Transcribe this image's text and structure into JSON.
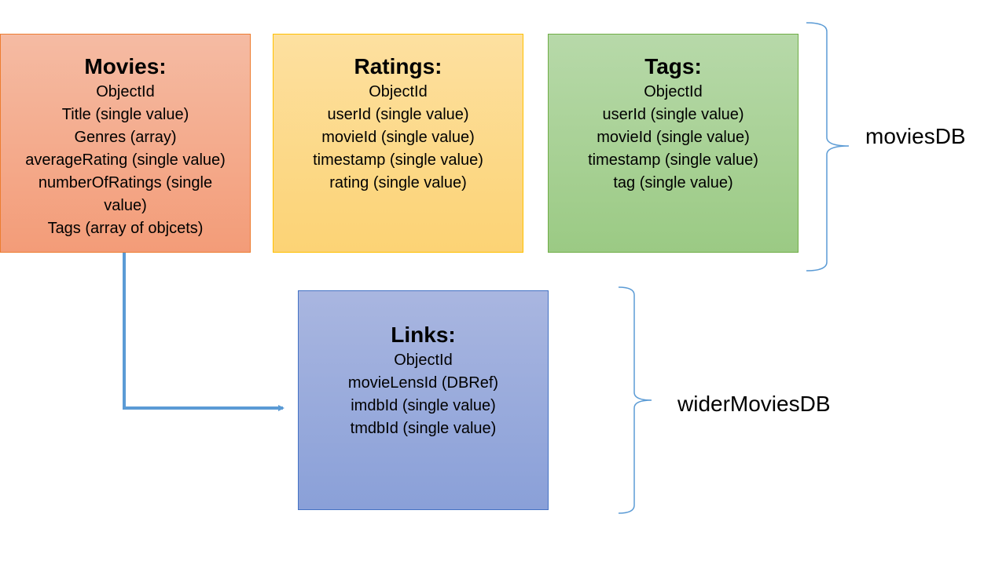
{
  "colors": {
    "movies_fill": "#f4aa8b",
    "movies_border": "#ed7d31",
    "ratings_fill": "#fdd98a",
    "ratings_border": "#ffc000",
    "tags_fill": "#a9d18e",
    "tags_border": "#70ad47",
    "links_fill": "#98abdc",
    "links_border": "#4472c4",
    "connector": "#5b9bd5",
    "brace": "#5b9bd5"
  },
  "boxes": {
    "movies": {
      "title": "Movies:",
      "fields": [
        "ObjectId",
        "Title (single value)",
        "Genres (array)",
        "averageRating (single value)",
        "numberOfRatings (single value)",
        "Tags (array of objcets)"
      ]
    },
    "ratings": {
      "title": "Ratings:",
      "fields": [
        "ObjectId",
        "userId (single value)",
        "movieId (single value)",
        "timestamp (single value)",
        "rating (single value)"
      ]
    },
    "tags": {
      "title": "Tags:",
      "fields": [
        "ObjectId",
        "userId (single value)",
        "movieId (single value)",
        "timestamp (single value)",
        "tag (single value)"
      ]
    },
    "links": {
      "title": "Links:",
      "fields": [
        "ObjectId",
        "movieLensId (DBRef)",
        "imdbId (single value)",
        "tmdbId (single value)"
      ]
    }
  },
  "groups": {
    "movies_db": "moviesDB",
    "wider_movies_db": "widerMoviesDB"
  },
  "connectors": [
    {
      "from": "movies",
      "to": "links",
      "style": "arrow"
    }
  ]
}
